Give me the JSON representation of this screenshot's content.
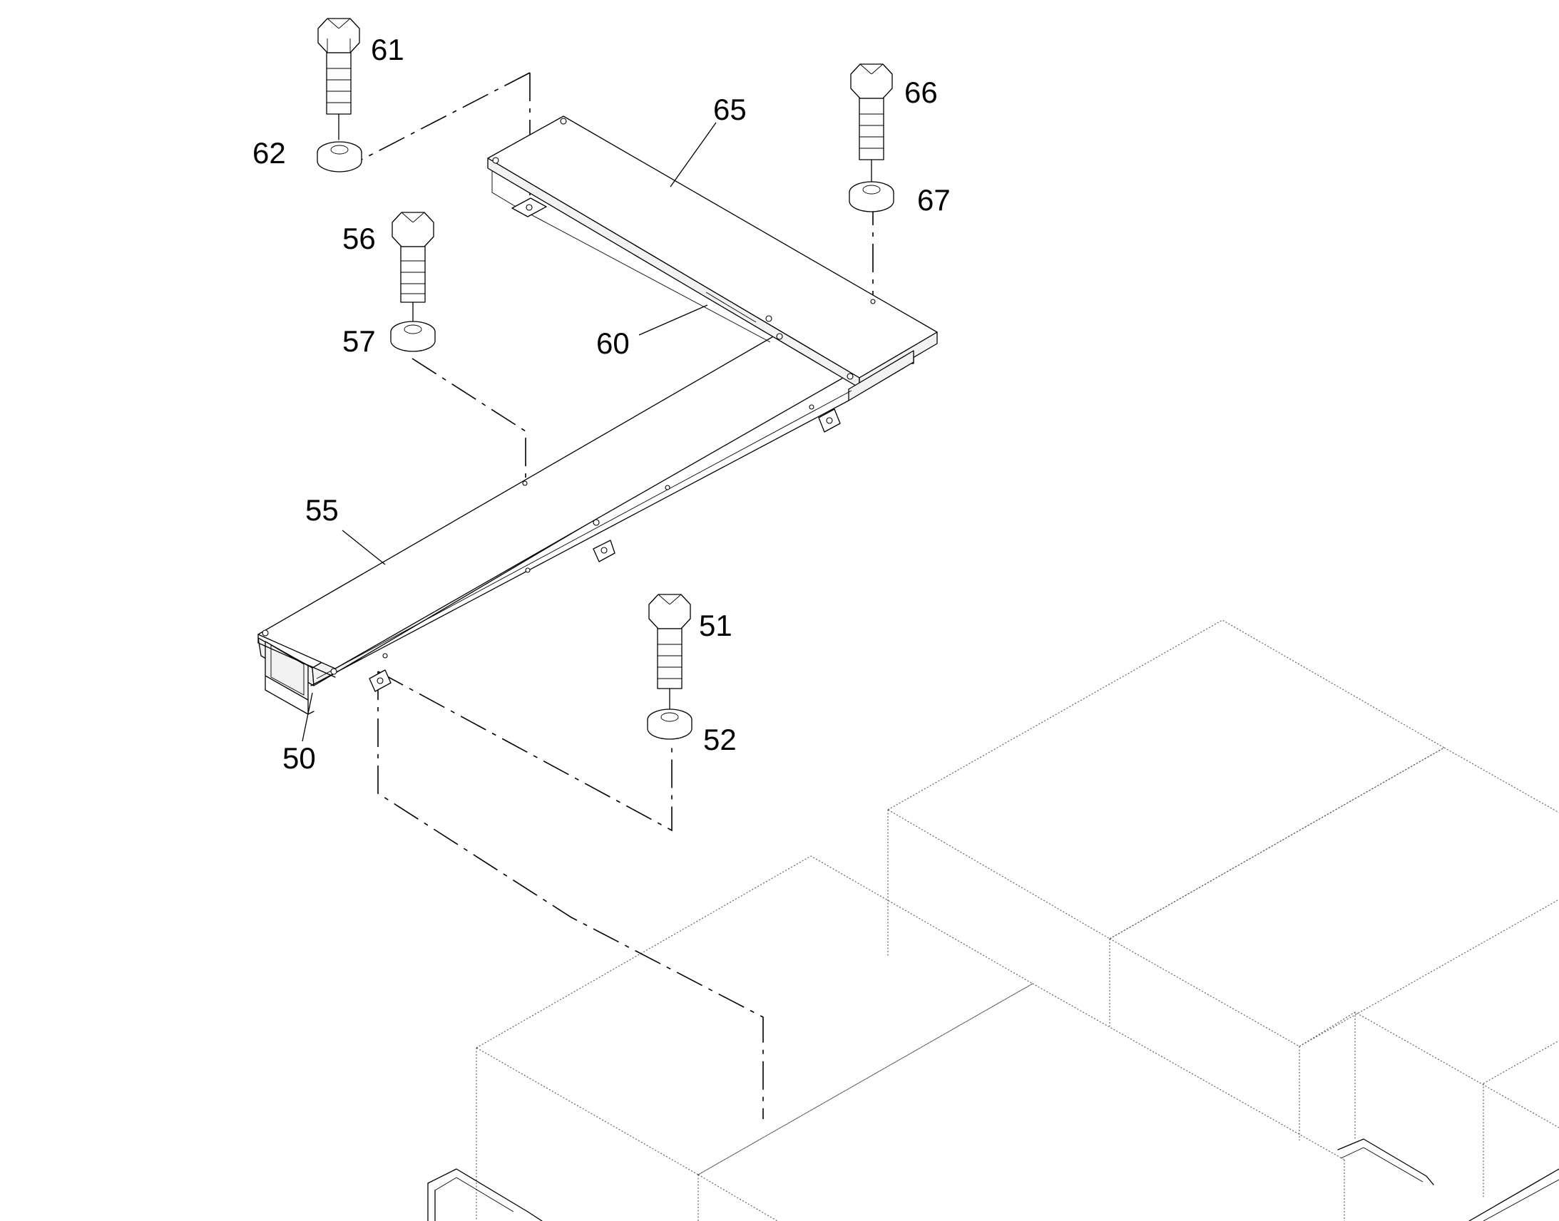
{
  "callouts": {
    "c50": "50",
    "c51": "51",
    "c52": "52",
    "c55": "55",
    "c56": "56",
    "c57": "57",
    "c60": "60",
    "c61": "61",
    "c62": "62",
    "c65": "65",
    "c66": "66",
    "c67": "67"
  }
}
